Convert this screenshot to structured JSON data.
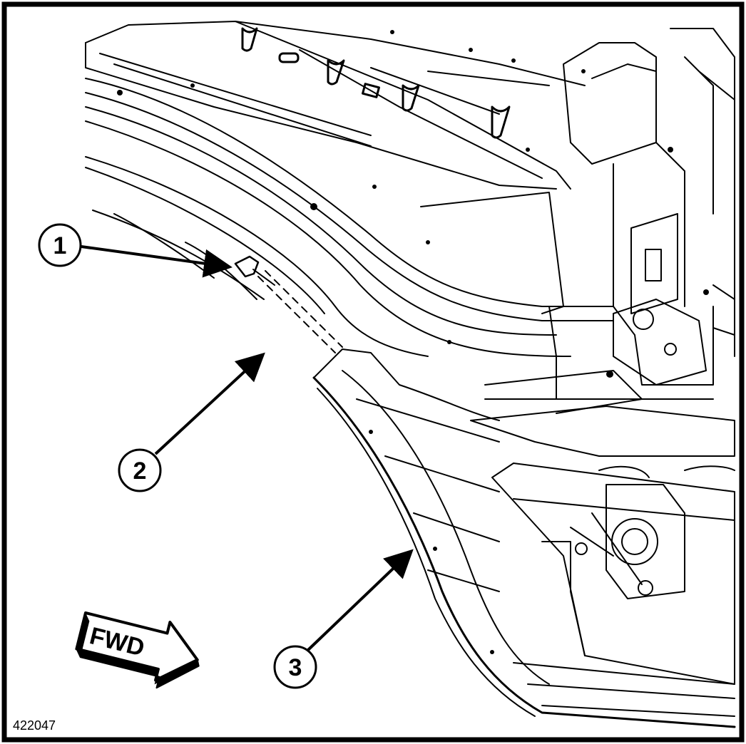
{
  "figure": {
    "id": "422047",
    "callouts": [
      {
        "label": "1"
      },
      {
        "label": "2"
      },
      {
        "label": "3"
      }
    ],
    "direction_label": "FWD",
    "colors": {
      "ink": "#000000",
      "paper": "#ffffff",
      "border": "#000000"
    }
  }
}
